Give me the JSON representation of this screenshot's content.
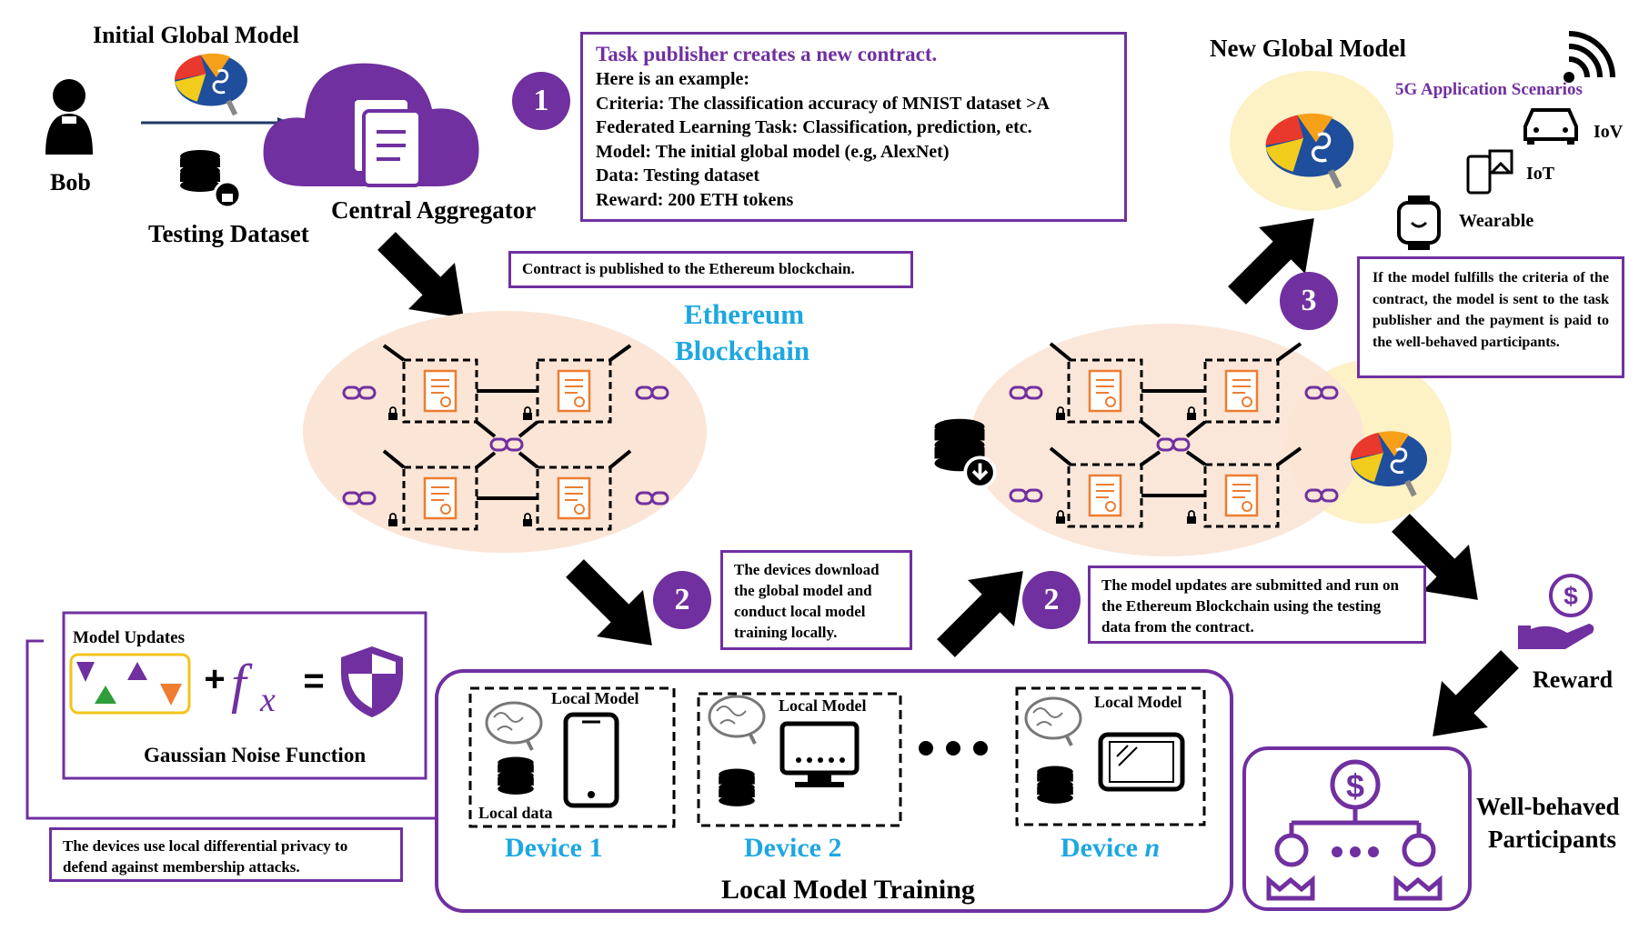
{
  "top_left": {
    "initial_model_label": "Initial  Global Model",
    "bob_label": "Bob",
    "testing_dataset_label": "Testing Dataset",
    "central_aggregator_label": "Central Aggregator"
  },
  "contract_box": {
    "title": "Task publisher creates a new contract.",
    "lines": [
      "Here is an example:",
      "Criteria: The  classification accuracy of  MNIST dataset >A",
      "Federated Learning Task: Classification, prediction, etc.",
      "Model: The initial global model (e.g, AlexNet)",
      "Data: Testing dataset",
      "Reward: 200 ETH tokens"
    ]
  },
  "published_note": "Contract is published to the Ethereum blockchain.",
  "blockchain_label_line1": "Ethereum",
  "blockchain_label_line2": "Blockchain",
  "steps": {
    "one": "1",
    "two_a": "2",
    "two_b": "2",
    "three": "3"
  },
  "download_note": "The devices download the global model and conduct local model training locally.",
  "submit_note": "The model updates are submitted and run on the Ethereum Blockchain using the testing data from the contract.",
  "new_global_model_label": "New Global Model",
  "scenarios": {
    "title": "5G Application Scenarios",
    "items": [
      "IoV",
      "IoT",
      "Wearable"
    ]
  },
  "criteria_note": "If the model  fulfills the criteria of the contract, the model is sent to the task publisher and the payment is paid to the well-behaved participants.",
  "privacy": {
    "model_updates_label": "Model Updates",
    "function_label": "Gaussian Noise Function",
    "note": "The devices use local differential privacy to defend against membership attacks."
  },
  "devices": [
    {
      "name": "Device 1",
      "local_model": "Local Model",
      "local_data": "Local data"
    },
    {
      "name": "Device 2",
      "local_model": "Local Model"
    },
    {
      "name": "Device ",
      "name_italic": "n",
      "local_model": "Local Model"
    }
  ],
  "local_training_label": "Local Model Training",
  "reward_label": "Reward",
  "participants_label_line1": "Well-behaved",
  "participants_label_line2": "Participants",
  "colors": {
    "purple": "#7030a0",
    "blue": "#1ea7e1",
    "ellipse_fill": "#fbe5d6",
    "yellow_fill": "#fdf1c6",
    "doc_orange": "#ed7d31"
  },
  "icons": [
    "person-icon",
    "brain-icon",
    "database-lock-icon",
    "cloud-icon",
    "document-icon",
    "chain-link-icon",
    "lock-icon",
    "database-download-icon",
    "wifi-signal-icon",
    "car-icon",
    "iot-devices-icon",
    "smartwatch-icon",
    "money-hand-icon",
    "hierarchy-dollar-icon",
    "phone-icon",
    "monitor-icon",
    "tablet-icon",
    "shield-icon",
    "function-icon",
    "triangles-icon"
  ]
}
